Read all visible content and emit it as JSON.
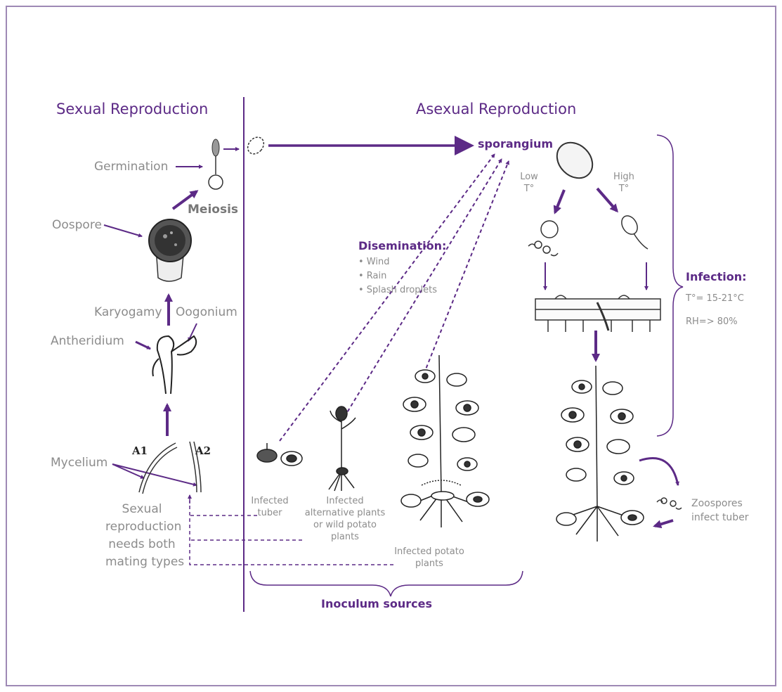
{
  "headings": {
    "sexual": "Sexual Reproduction",
    "asexual": "Asexual Reproduction"
  },
  "sexual_labels": {
    "germination": "Germination",
    "meiosis": "Meiosis",
    "oospore": "Oospore",
    "karyogamy": "Karyogamy",
    "oogonium": "Oogonium",
    "antheridium": "Antheridium",
    "a1": "A1",
    "a2": "A2",
    "mycelium": "Mycelium",
    "note": [
      "Sexual",
      "reproduction",
      "needs both",
      "mating types"
    ]
  },
  "asexual_labels": {
    "sporangium": "sporangium",
    "low": [
      "Low",
      "T°"
    ],
    "high": [
      "High",
      "T°"
    ],
    "dissemination_title": "Disemination:",
    "dissemination_items": [
      "• Wind",
      "• Rain",
      "• Splash droplets"
    ],
    "infection_title": "Infection:",
    "temperature": "T°= 15-21°C",
    "humidity": "RH=> 80%",
    "zoospores": [
      "Zoospores",
      "infect tuber"
    ]
  },
  "sources": {
    "tuber": [
      "Infected",
      "tuber"
    ],
    "alternative": [
      "Infected",
      "alternative plants",
      "or wild potato",
      "plants"
    ],
    "potato": [
      "Infected potato",
      "plants"
    ],
    "title": "Inoculum sources"
  },
  "colors": {
    "accent": "#5c2a86",
    "text": "#8c8c8c",
    "frame": "#9e89b5"
  }
}
